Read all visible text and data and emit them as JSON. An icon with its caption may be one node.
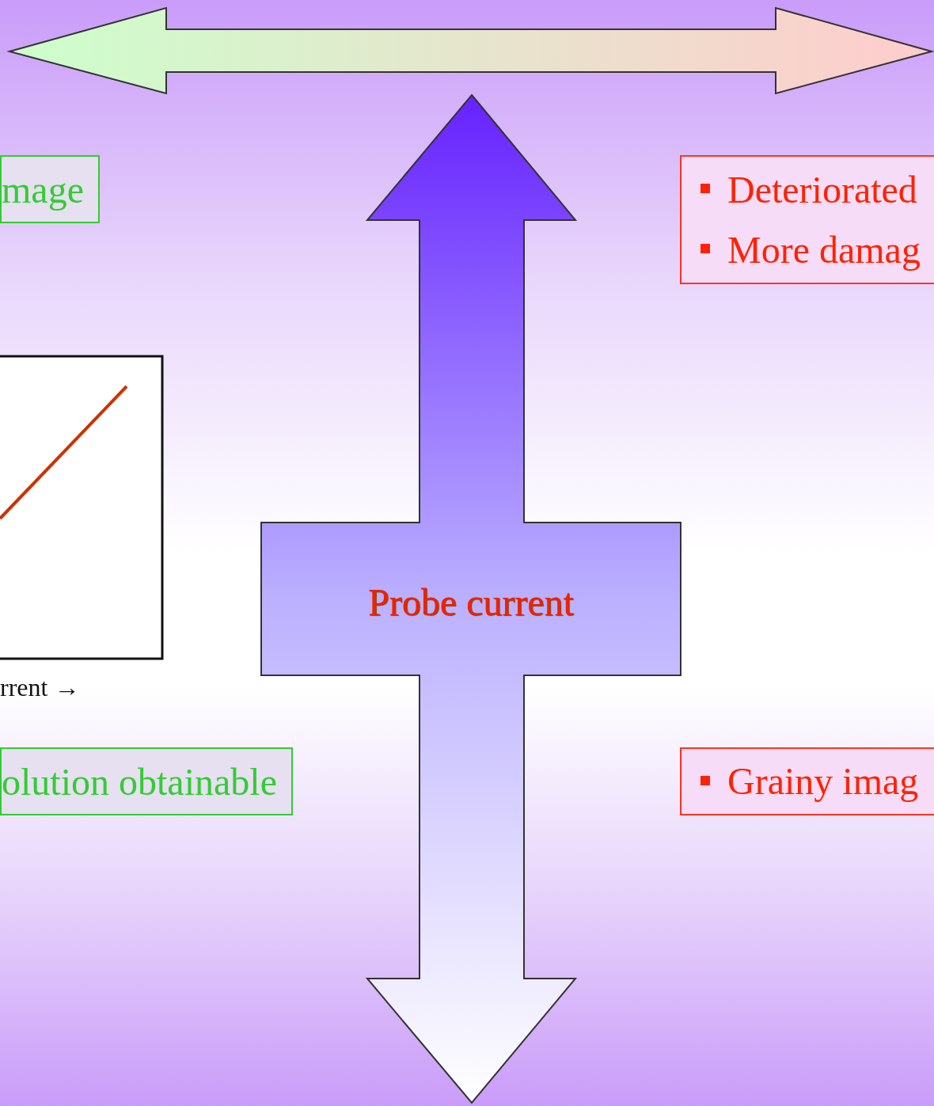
{
  "diagram": {
    "nodes": [
      {
        "text": [
          "mage"
        ]
      },
      {
        "text": [
          "Deteriorated",
          "More damag"
        ]
      },
      {
        "text": [
          "Probe current"
        ]
      },
      {
        "text": [
          "olution obtainable"
        ]
      },
      {
        "text": [
          "Grainy imag"
        ]
      }
    ],
    "labels": [
      "rrent →"
    ]
  }
}
